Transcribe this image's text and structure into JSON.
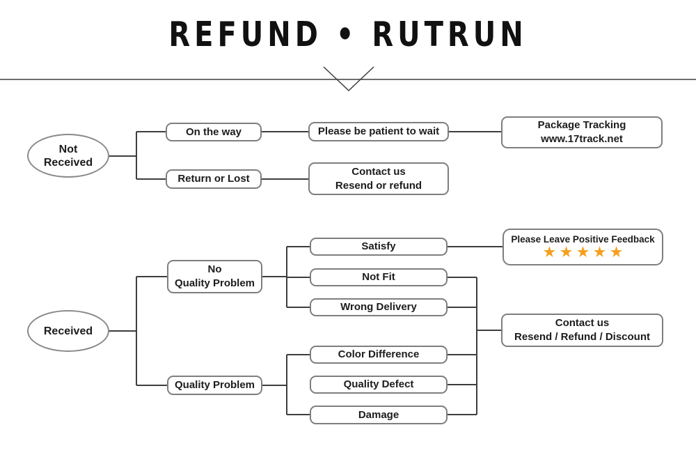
{
  "title": "REFUND • RUTRUN",
  "colors": {
    "line": "#3d3d3d",
    "box_border": "#7e7e7e",
    "text": "#1c1c1c",
    "star": "#F5A01E",
    "background": "#ffffff"
  },
  "icons": {
    "divider_chevron": "chevron-down-icon",
    "star": "star-icon"
  },
  "sections": {
    "not_received": {
      "root": {
        "line1": "Not",
        "line2": "Received"
      },
      "branches": {
        "on_the_way": "On the way",
        "return_or_lost": "Return or Lost"
      },
      "outcomes": {
        "be_patient": "Please be patient to wait",
        "contact_resend": {
          "line1": "Contact us",
          "line2": "Resend or refund"
        },
        "package_tracking": {
          "line1": "Package Tracking",
          "line2": "www.17track.net"
        }
      }
    },
    "received": {
      "root": "Received",
      "branches": {
        "no_quality_problem": {
          "line1": "No",
          "line2": "Quality Problem"
        },
        "quality_problem": "Quality Problem"
      },
      "reasons": {
        "satisfy": "Satisfy",
        "not_fit": "Not Fit",
        "wrong_delivery": "Wrong Delivery",
        "color_difference": "Color Difference",
        "quality_defect": "Quality Defect",
        "damage": "Damage"
      },
      "outcomes": {
        "feedback": {
          "title": "Please Leave Positive Feedback",
          "stars_count": 5,
          "stars_glyphs": "★★★★★"
        },
        "contact": {
          "line1": "Contact us",
          "line2": "Resend / Refund / Discount"
        }
      }
    }
  }
}
